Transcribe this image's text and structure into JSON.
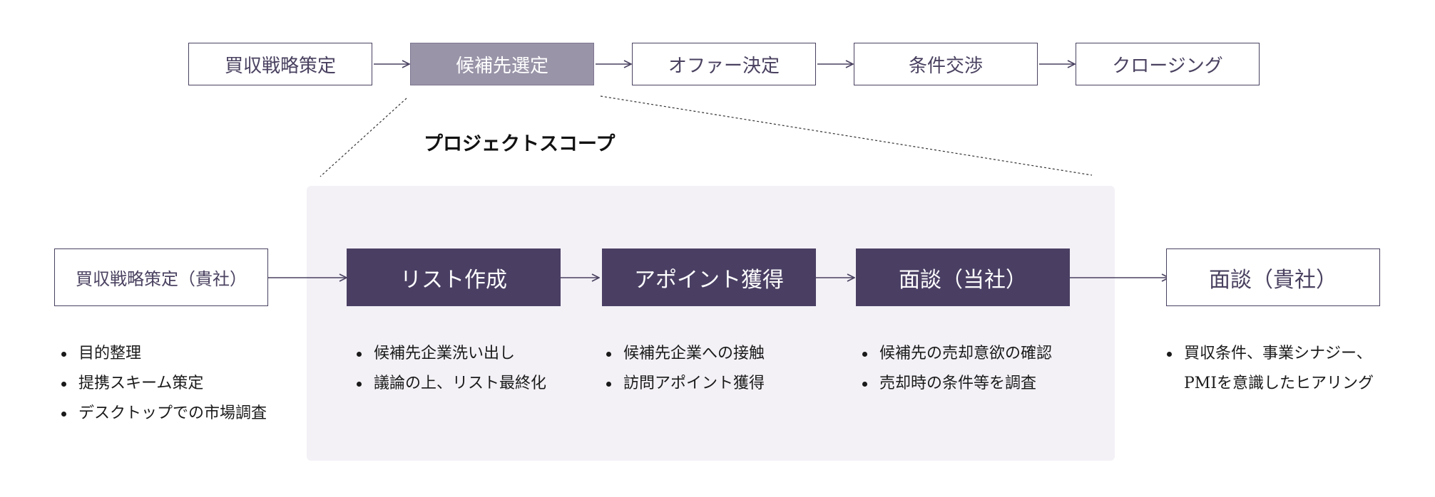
{
  "top_flow": [
    {
      "label": "買収戦略策定"
    },
    {
      "label": "候補先選定"
    },
    {
      "label": "オファー決定"
    },
    {
      "label": "条件交渉"
    },
    {
      "label": "クロージング"
    }
  ],
  "scope_title": "プロジェクトスコープ",
  "main_flow": [
    {
      "label": "買収戦略策定（貴社）",
      "bullets": [
        "目的整理",
        "提携スキーム策定",
        "デスクトップでの市場調査"
      ]
    },
    {
      "label": "リスト作成",
      "bullets": [
        "候補先企業洗い出し",
        "議論の上、リスト最終化"
      ]
    },
    {
      "label": "アポイント獲得",
      "bullets": [
        "候補先企業への接触",
        "訪問アポイント獲得"
      ]
    },
    {
      "label": "面談（当社）",
      "bullets": [
        "候補先の売却意欲の確認",
        "売却時の条件等を調査"
      ]
    },
    {
      "label": "面談（貴社）",
      "bullets": [
        "買収条件、事業シナジー、",
        "PMIを意識したヒアリング"
      ]
    }
  ],
  "colors": {
    "accent_dark": "#4a3f63",
    "accent_muted": "#9a94a8",
    "panel_bg": "#f3f1f6"
  }
}
